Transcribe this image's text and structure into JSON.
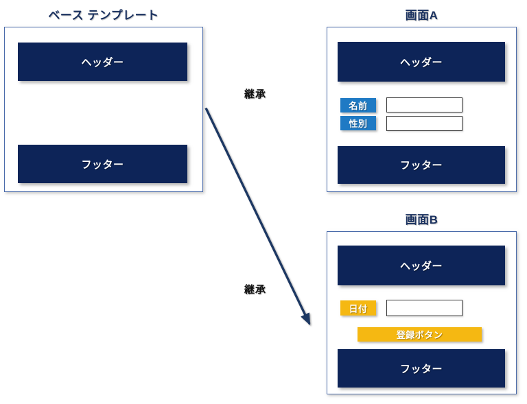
{
  "diagram": {
    "type": "template-inheritance",
    "background_color": "#ffffff",
    "palette": {
      "navy_bar": "#0d2458",
      "frame_border": "#4a6baa",
      "title_text": "#1b3260",
      "label_blue": "#1f7ac4",
      "label_amber": "#f5b812",
      "arrow": "#1f3864",
      "input_border": "#3b3b3b"
    }
  },
  "base_template": {
    "title": "ベース テンプレート",
    "header_label": "ヘッダー",
    "footer_label": "フッター",
    "body_note": ""
  },
  "screen_a": {
    "title": "画面A",
    "header_label": "ヘッダー",
    "footer_label": "フッター",
    "fields": [
      {
        "label": "名前",
        "value": "",
        "label_color": "#1f7ac4"
      },
      {
        "label": "性別",
        "value": "",
        "label_color": "#1f7ac4"
      }
    ]
  },
  "screen_b": {
    "title": "画面B",
    "header_label": "ヘッダー",
    "footer_label": "フッター",
    "fields": [
      {
        "label": "日付",
        "value": "",
        "label_color": "#f5b812"
      }
    ],
    "submit_button_label": "登録ボタン"
  },
  "arrows": [
    {
      "caption": "継承",
      "from": "base_template",
      "to": "screen_a",
      "direction": "horizontal-right"
    },
    {
      "caption": "継承",
      "from": "base_template",
      "to": "screen_b",
      "direction": "diagonal-down-right"
    }
  ]
}
